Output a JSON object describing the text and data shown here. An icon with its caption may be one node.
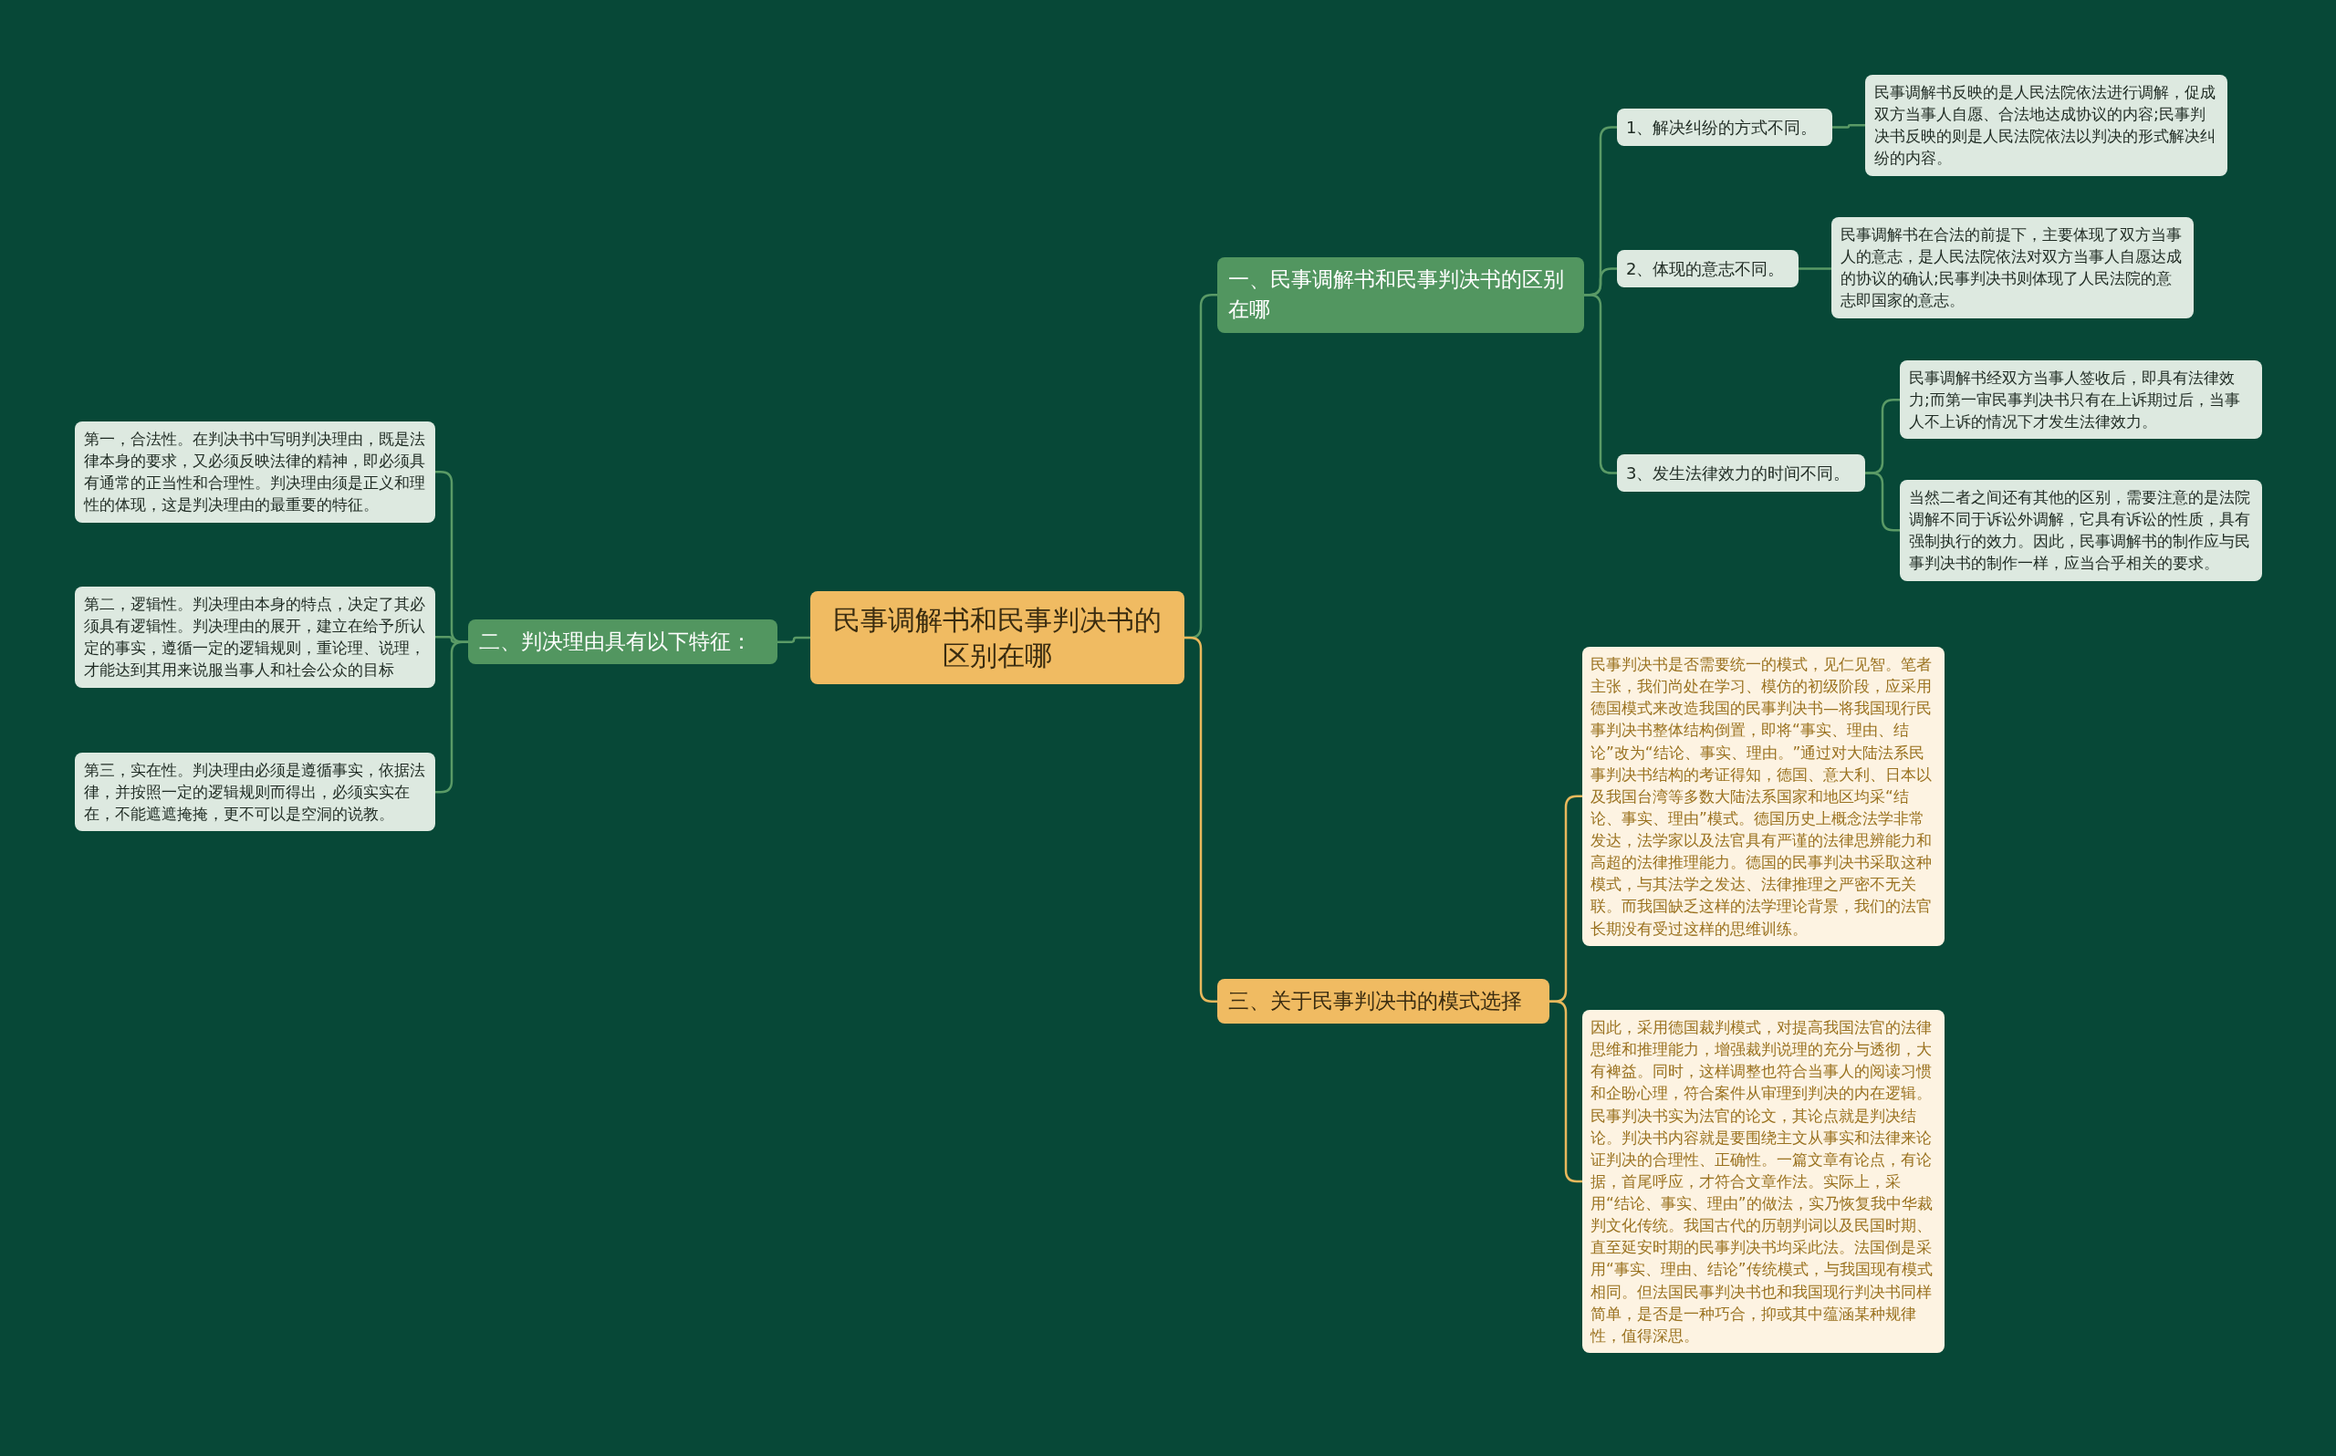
{
  "diagram": {
    "nodes": [
      {
        "text": [
          "民事调解书和民事判决书的区别在哪"
        ]
      },
      {
        "text": [
          "一、民事调解书和民事判决书的区别在哪"
        ]
      },
      {
        "text": [
          "1、解决纠纷的方式不同。"
        ]
      },
      {
        "text": [
          "民事调解书反映的是人民法院依法进行调解，促成双方当事人自愿、合法地达成协议的内容;民事判决书反映的则是人民法院依法以判决的形式解决纠纷的内容。"
        ]
      },
      {
        "text": [
          "2、体现的意志不同。"
        ]
      },
      {
        "text": [
          "民事调解书在合法的前提下，主要体现了双方当事人的意志，是人民法院依法对双方当事人自愿达成的协议的确认;民事判决书则体现了人民法院的意志即国家的意志。"
        ]
      },
      {
        "text": [
          "3、发生法律效力的时间不同。"
        ]
      },
      {
        "text": [
          "民事调解书经双方当事人签收后，即具有法律效力;而第一审民事判决书只有在上诉期过后，当事人不上诉的情况下才发生法律效力。"
        ]
      },
      {
        "text": [
          "当然二者之间还有其他的区别，需要注意的是法院调解不同于诉讼外调解，它具有诉讼的性质，具有强制执行的效力。因此，民事调解书的制作应与民事判决书的制作一样，应当合乎相关的要求。"
        ]
      },
      {
        "text": [
          "二、判决理由具有以下特征："
        ]
      },
      {
        "text": [
          "第一，合法性。在判决书中写明判决理由，既是法律本身的要求，又必须反映法律的精神，即必须具有通常的正当性和合理性。判决理由须是正义和理性的体现，这是判决理由的最重要的特征。"
        ]
      },
      {
        "text": [
          "第二，逻辑性。判决理由本身的特点，决定了其必须具有逻辑性。判决理由的展开，建立在给予所认定的事实，遵循一定的逻辑规则，重论理、说理，才能达到其用来说服当事人和社会公众的目标"
        ]
      },
      {
        "text": [
          "第三，实在性。判决理由必须是遵循事实，依据法律，并按照一定的逻辑规则而得出，必须实实在在，不能遮遮掩掩，更不可以是空洞的说教。"
        ]
      },
      {
        "text": [
          "三、关于民事判决书的模式选择"
        ]
      },
      {
        "text": [
          "民事判决书是否需要统一的模式，见仁见智。笔者主张，我们尚处在学习、模仿的初级阶段，应采用德国模式来改造我国的民事判决书—将我国现行民事判决书整体结构倒置，即将“事实、理由、结论”改为“结论、事实、理由。”通过对大陆法系民事判决书结构的考证得知，德国、意大利、日本以及我国台湾等多数大陆法系国家和地区均采“结论、事实、理由”模式。德国历史上概念法学非常发达，法学家以及法官具有严谨的法律思辨能力和高超的法律推理能力。德国的民事判决书采取这种模式，与其法学之发达、法律推理之严密不无关联。而我国缺乏这样的法学理论背景，我们的法官长期没有受过这样的思维训练。"
        ]
      },
      {
        "text": [
          "因此，采用德国裁判模式，对提高我国法官的法律思维和推理能力，增强裁判说理的充分与透彻，大有裨益。同时，这样调整也符合当事人的阅读习惯和企盼心理，符合案件从审理到判决的内在逻辑。民事判决书实为法官的论文，其论点就是判决结论。判决书内容就是要围绕主文从事实和法律来论证判决的合理性、正确性。一篇文章有论点，有论据，首尾呼应，才符合文章作法。实际上，采用“结论、事实、理由”的做法，实乃恢复我中华裁判文化传统。我国古代的历朝判词以及民国时期、直至延安时期的民事判决书均采此法。法国倒是采用“事实、理由、结论”传统模式，与我国现有模式相同。但法国民事判决书也和我国现行判决书同样简单，是否是一种巧合，抑或其中蕴涵某种规律性，值得深思。"
        ]
      }
    ],
    "edges": [
      {
        "from": 0,
        "to": 1,
        "arrow": "none"
      },
      {
        "from": 1,
        "to": 2,
        "arrow": "none"
      },
      {
        "from": 2,
        "to": 3,
        "arrow": "none"
      },
      {
        "from": 1,
        "to": 4,
        "arrow": "none"
      },
      {
        "from": 4,
        "to": 5,
        "arrow": "none"
      },
      {
        "from": 1,
        "to": 6,
        "arrow": "none"
      },
      {
        "from": 6,
        "to": 7,
        "arrow": "none"
      },
      {
        "from": 6,
        "to": 8,
        "arrow": "none"
      },
      {
        "from": 0,
        "to": 9,
        "arrow": "none"
      },
      {
        "from": 9,
        "to": 10,
        "arrow": "none"
      },
      {
        "from": 9,
        "to": 11,
        "arrow": "none"
      },
      {
        "from": 9,
        "to": 12,
        "arrow": "none"
      },
      {
        "from": 0,
        "to": 13,
        "arrow": "none",
        "color": "#e8b85c"
      },
      {
        "from": 13,
        "to": 14,
        "arrow": "none",
        "color": "#e8b85c"
      },
      {
        "from": 13,
        "to": 15,
        "arrow": "none",
        "color": "#e8b85c"
      }
    ]
  }
}
